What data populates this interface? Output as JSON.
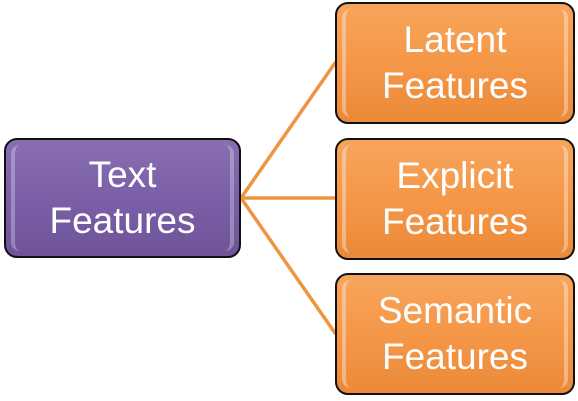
{
  "colors": {
    "root_fill": "#7a5ea6",
    "leaf_fill": "#f49646",
    "connector": "#f0953f",
    "border": "#111111",
    "text": "#ffffff"
  },
  "root": {
    "line1": "Text",
    "line2": "Features"
  },
  "children": [
    {
      "line1": "Latent",
      "line2": "Features"
    },
    {
      "line1": "Explicit",
      "line2": "Features"
    },
    {
      "line1": "Semantic",
      "line2": "Features"
    }
  ]
}
